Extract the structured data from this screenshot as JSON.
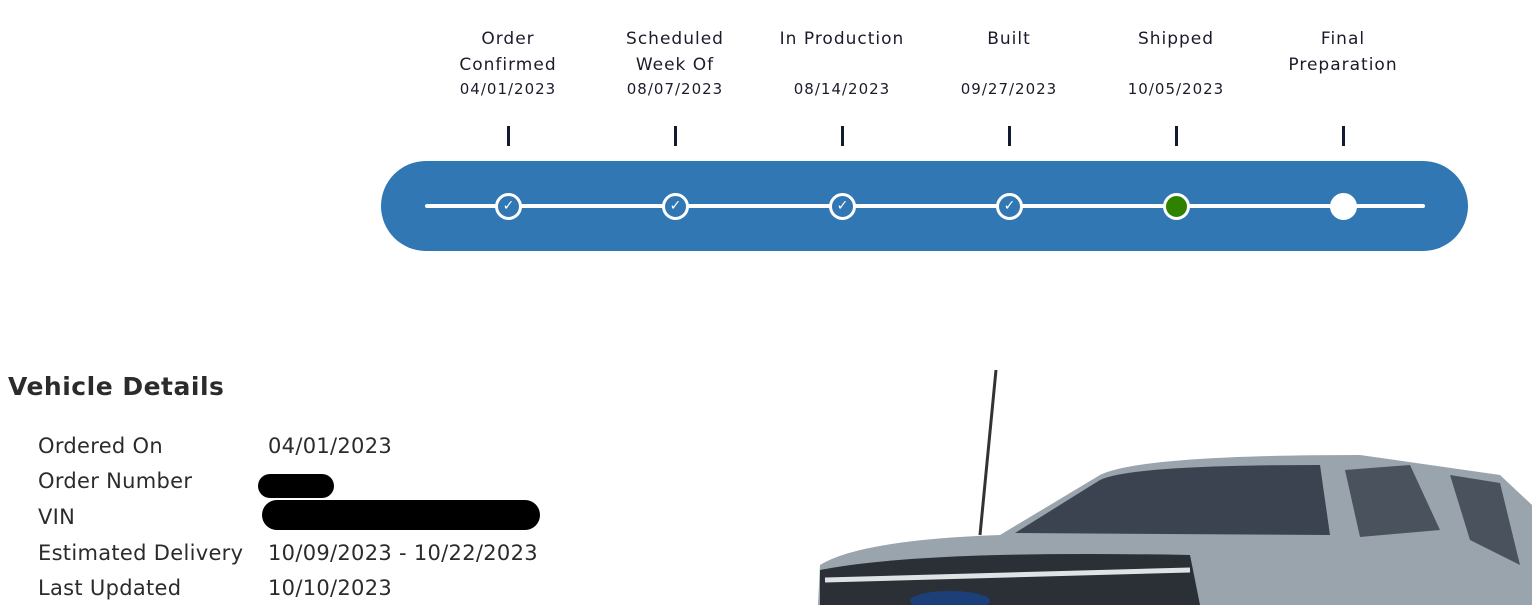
{
  "tracker": {
    "steps": [
      {
        "label": "Order Confirmed",
        "date": "04/01/2023",
        "status": "complete"
      },
      {
        "label": "Scheduled Week Of",
        "date": "08/07/2023",
        "status": "complete"
      },
      {
        "label": "In Production",
        "date": "08/14/2023",
        "status": "complete"
      },
      {
        "label": "Built",
        "date": "09/27/2023",
        "status": "complete"
      },
      {
        "label": "Shipped",
        "date": "10/05/2023",
        "status": "current"
      },
      {
        "label": "Final Preparation",
        "date": "",
        "status": "upcoming"
      }
    ],
    "check_glyph": "✓",
    "colors": {
      "bar": "#3077b3",
      "current": "#2e8200"
    }
  },
  "details": {
    "title": "Vehicle Details",
    "rows": [
      {
        "label": "Ordered On",
        "value": "04/01/2023"
      },
      {
        "label": "Order Number",
        "value": ""
      },
      {
        "label": "VIN",
        "value": ""
      },
      {
        "label": "Estimated Delivery",
        "value": "10/09/2023 - 10/22/2023"
      },
      {
        "label": "Last Updated",
        "value": "10/10/2023"
      }
    ]
  }
}
